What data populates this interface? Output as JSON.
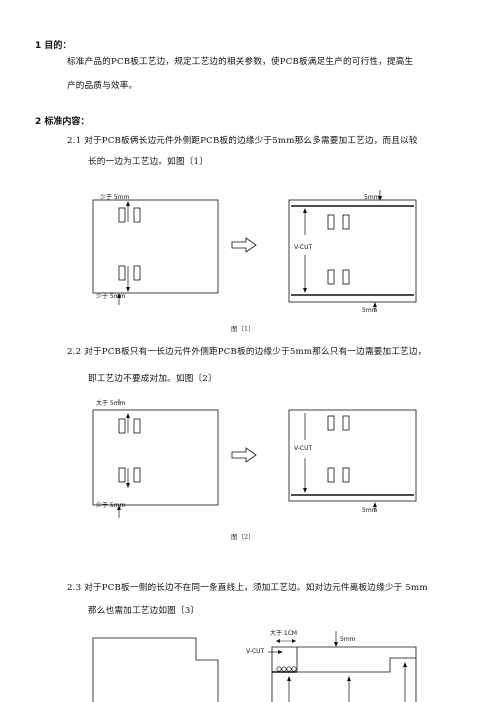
{
  "s1": {
    "heading": "1 目的：",
    "line1": "标准产品的PCB板工艺边，规定工艺边的相关参数，使PCB板满足生产的可行性，提高生",
    "line2": "产的品质与效率。"
  },
  "s2": {
    "heading": "2  标准内容："
  },
  "p21": {
    "line1": "2.1  对于PCB板俩长边元件外侧距PCB板的边缘少于5mm那么多需要加工艺边，而且以较",
    "line2": "长的一边为工艺边。如图〔1〕"
  },
  "fig1": {
    "top_label": "少于 5mm",
    "bottom_label": "少于 5mm",
    "right_top_label": "5mm",
    "vcut_label": "V-CUT",
    "right_bottom_label": "5mm",
    "caption": "图〔1〕"
  },
  "p22": {
    "line1": "2.2  对于PCB板只有一长边元件外侧距PCB板的边缘少于5mm那么只有一边需要加工艺边，",
    "line2": "即工艺边不要成对加。如图〔2〕"
  },
  "fig2": {
    "top_label": "大于 5mm",
    "bottom_label": "少于 5mm",
    "vcut_label": "V-CUT",
    "right_bottom_label": "5mm",
    "caption": "图〔2〕"
  },
  "p23": {
    "line1": "2.3  对于PCB板一侧的长边不在同一条直线上，须加工艺边。如对边元件离板边缘少于 5mm",
    "line2": "那么也需加工艺边如图〔3〕"
  },
  "fig3": {
    "top_label": "大于 1CM",
    "right_label": "5mm",
    "vcut_label": "V-CUT"
  }
}
